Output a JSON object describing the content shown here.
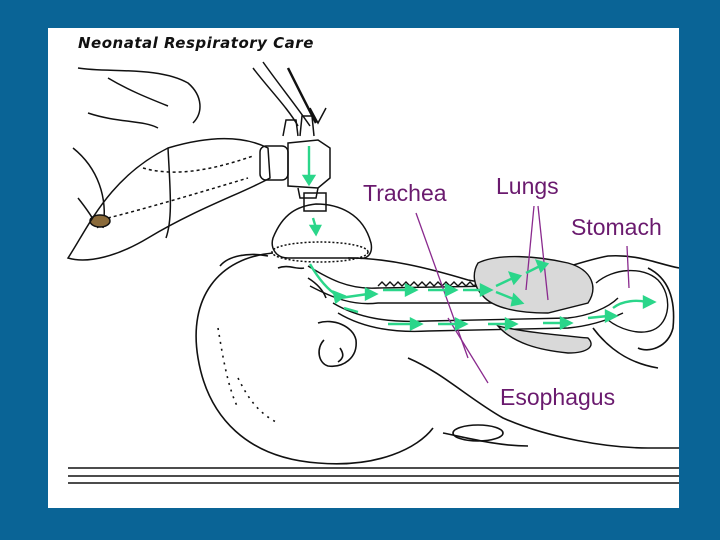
{
  "slide": {
    "header": "Neonatal Respiratory Care"
  },
  "labels": {
    "trachea": "Trachea",
    "lungs": "Lungs",
    "stomach": "Stomach",
    "esophagus": "Esophagus"
  },
  "colors": {
    "background": "#0a6496",
    "panel": "#ffffff",
    "label_text": "#6a1a6e",
    "leader_lines": "#8a2a8e",
    "airflow_arrows": "#2bd68a",
    "lung_tissue": "#d9d9d9",
    "line_art": "#111111"
  }
}
